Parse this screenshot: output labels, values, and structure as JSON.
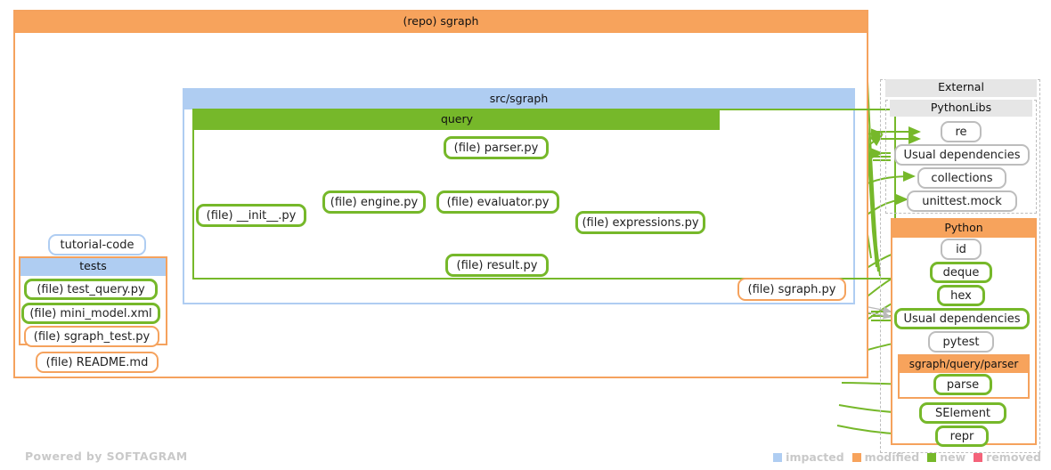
{
  "diagram": {
    "title": "(repo) sgraph",
    "credit": "Powered by SOFTAGRAM"
  },
  "repo": {
    "label": "(repo) sgraph",
    "color": "#F7A35C"
  },
  "groups": {
    "src_sgraph": {
      "label": "src/sgraph",
      "color": "#AFCDF2"
    },
    "query": {
      "label": "query",
      "color": "#76B82A"
    },
    "tests": {
      "label": "tests",
      "color": "#AFCDF2"
    },
    "external": {
      "label": "External",
      "color": "#E6E6E6"
    },
    "pythonlibs": {
      "label": "PythonLibs",
      "color": "#E6E6E6"
    },
    "python": {
      "label": "Python",
      "color": "#F7A35C"
    },
    "sgraph_query_parser": {
      "label": "sgraph/query/parser",
      "color": "#F7A35C"
    }
  },
  "nodes": {
    "parser": {
      "label": "(file) parser.py",
      "state": "new"
    },
    "engine": {
      "label": "(file) engine.py",
      "state": "new"
    },
    "evaluator": {
      "label": "(file) evaluator.py",
      "state": "new"
    },
    "expressions": {
      "label": "(file) expressions.py",
      "state": "new"
    },
    "result": {
      "label": "(file) result.py",
      "state": "new"
    },
    "init": {
      "label": "(file) __init__.py",
      "state": "new"
    },
    "sgraph_py": {
      "label": "(file) sgraph.py",
      "state": "modified"
    },
    "tutorial_code": {
      "label": "tutorial-code",
      "state": "impacted"
    },
    "test_query": {
      "label": "(file) test_query.py",
      "state": "new"
    },
    "mini_model": {
      "label": "(file) mini_model.xml",
      "state": "new"
    },
    "sgraph_test": {
      "label": "(file) sgraph_test.py",
      "state": "modified"
    },
    "readme": {
      "label": "(file) README.md",
      "state": "modified"
    },
    "re": {
      "label": "re",
      "state": "plain"
    },
    "usual_deps_1": {
      "label": "Usual dependencies",
      "state": "plain"
    },
    "collections": {
      "label": "collections",
      "state": "plain"
    },
    "unittest_mock": {
      "label": "unittest.mock",
      "state": "plain"
    },
    "id": {
      "label": "id",
      "state": "plain"
    },
    "deque": {
      "label": "deque",
      "state": "new"
    },
    "hex": {
      "label": "hex",
      "state": "new"
    },
    "usual_deps_2": {
      "label": "Usual dependencies",
      "state": "new"
    },
    "pytest": {
      "label": "pytest",
      "state": "plain"
    },
    "parse": {
      "label": "parse",
      "state": "new"
    },
    "selement": {
      "label": "SElement",
      "state": "new"
    },
    "repr": {
      "label": "repr",
      "state": "new"
    }
  },
  "legend": {
    "items": [
      {
        "label": "impacted",
        "color": "#AFCDF2"
      },
      {
        "label": "modified",
        "color": "#F7A35C"
      },
      {
        "label": "new",
        "color": "#76B82A"
      },
      {
        "label": "removed",
        "color": "#F4637A"
      }
    ]
  }
}
